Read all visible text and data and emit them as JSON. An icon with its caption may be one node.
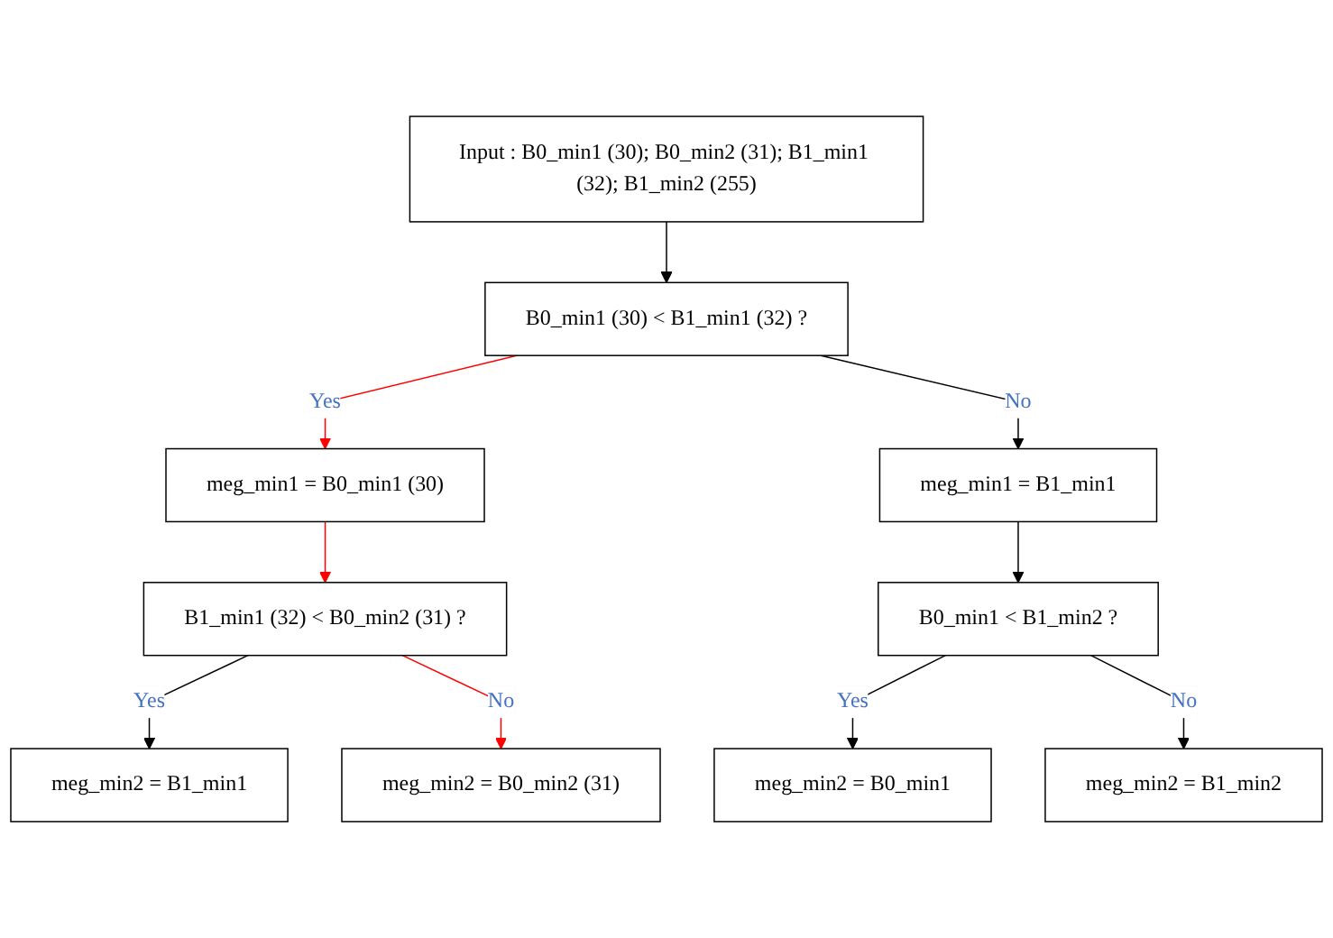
{
  "diagram": {
    "nodes": [
      {
        "text": [
          "Input : B0_min1 (30); B0_min2 (31); B1_min1 (32); B1_min2 (255)"
        ]
      },
      {
        "text": [
          "B0_min1 (30) < B1_min1 (32) ?"
        ]
      },
      {
        "text": [
          "meg_min1 = B0_min1 (30)"
        ]
      },
      {
        "text": [
          "meg_min1 = B1_min1"
        ]
      },
      {
        "text": [
          "B1_min1 (32) < B0_min2 (31) ?"
        ]
      },
      {
        "text": [
          "B0_min1 < B1_min2 ?"
        ]
      },
      {
        "text": [
          "meg_min2 = B1_min1"
        ]
      },
      {
        "text": [
          "meg_min2 = B0_min2 (31)"
        ]
      },
      {
        "text": [
          "meg_min2 = B0_min1"
        ]
      },
      {
        "text": [
          "meg_min2 = B1_min2"
        ]
      }
    ],
    "edges": [
      {
        "from": 0,
        "to": 1,
        "arrow": "to"
      },
      {
        "from": 1,
        "to": 2,
        "arrow": "to",
        "label": "Yes",
        "color": "#ff0000"
      },
      {
        "from": 1,
        "to": 3,
        "arrow": "to",
        "label": "No"
      },
      {
        "from": 2,
        "to": 4,
        "arrow": "to",
        "color": "#ff0000"
      },
      {
        "from": 3,
        "to": 5,
        "arrow": "to"
      },
      {
        "from": 4,
        "to": 6,
        "arrow": "to",
        "label": "Yes"
      },
      {
        "from": 4,
        "to": 7,
        "arrow": "to",
        "label": "No",
        "color": "#ff0000"
      },
      {
        "from": 5,
        "to": 8,
        "arrow": "to",
        "label": "Yes"
      },
      {
        "from": 5,
        "to": 9,
        "arrow": "to",
        "label": "No"
      }
    ]
  }
}
